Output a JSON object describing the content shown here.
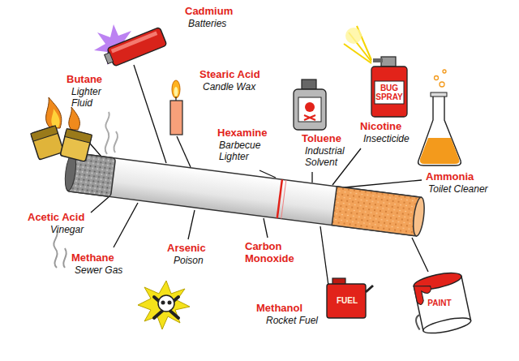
{
  "diagram": {
    "labels": [
      "Cadmium",
      "Batteries",
      "Butane",
      "Lighter Fluid",
      "Stearic Acid",
      "Candle Wax",
      "BUG SPRAY",
      "Hexamine",
      "Barbecue Lighter",
      "Toluene",
      "Industrial Solvent",
      "Nicotine",
      "Insecticide",
      "Ammonia",
      "Toilet Cleaner",
      "Acetic Acid",
      "Vinegar",
      "Methane",
      "Sewer Gas",
      "Arsenic",
      "Poison",
      "Carbon Monoxide",
      "PAINT",
      "Methanol",
      "Rocket Fuel",
      "FUEL"
    ]
  }
}
